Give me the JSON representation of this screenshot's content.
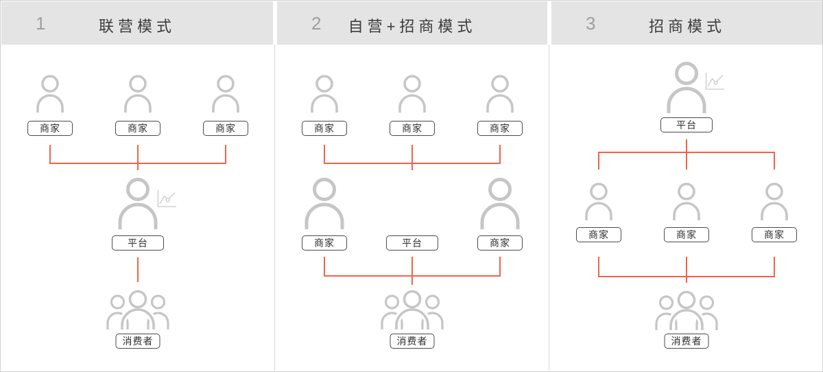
{
  "colors": {
    "accent_red": "#f0634a",
    "icon_gray": "#c6c6c6",
    "chart_icon_gray": "#d2d2d2",
    "header_bg": "#e4e4e4",
    "box_border": "#4a4a4a"
  },
  "icons": {
    "person": "person-icon",
    "group": "people-group-icon",
    "chart": "line-chart-icon"
  },
  "panels": [
    {
      "number": "1",
      "title": "联营模式",
      "top_row": [
        "商家",
        "商家",
        "商家"
      ],
      "mid": [
        "平台"
      ],
      "bottom": "消费者"
    },
    {
      "number": "2",
      "title": "自营+招商模式",
      "top_row": [
        "商家",
        "商家",
        "商家"
      ],
      "mid": [
        "商家",
        "平台",
        "商家"
      ],
      "bottom": "消费者"
    },
    {
      "number": "3",
      "title": "招商模式",
      "top": "平台",
      "mid": [
        "商家",
        "商家",
        "商家"
      ],
      "bottom": "消费者"
    }
  ]
}
